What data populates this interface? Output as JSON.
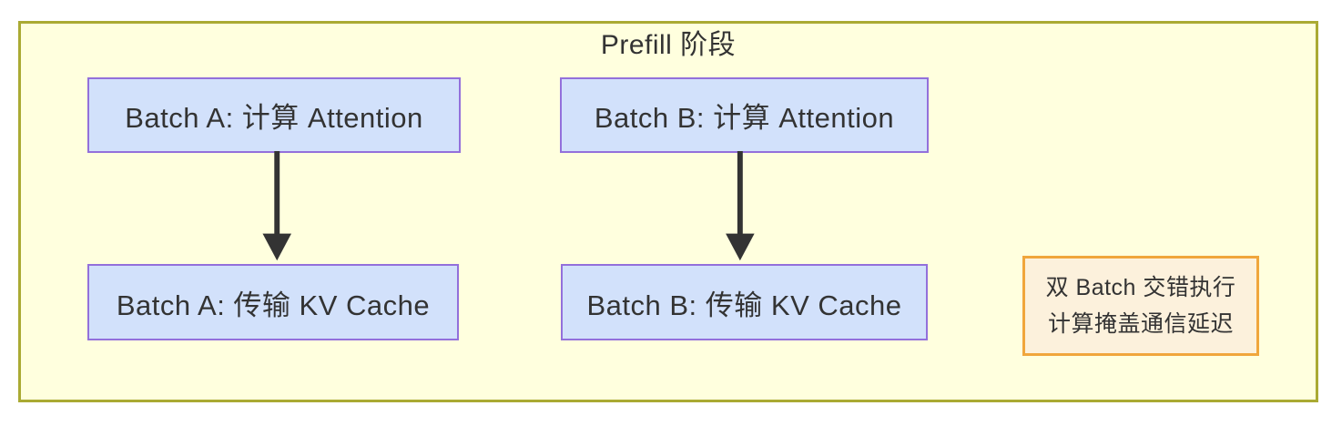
{
  "colors": {
    "cluster_fill": "#ffffde",
    "cluster_border": "#aaaa33",
    "node_fill": "#d2e1fb",
    "node_border": "#9370db",
    "note_fill": "#fcf1dc",
    "note_border": "#f0a63c",
    "arrow": "#333333",
    "text": "#333333"
  },
  "diagram": {
    "title": "Prefill 阶段",
    "nodes": [
      {
        "id": "a1",
        "label": "Batch A: 计算 Attention"
      },
      {
        "id": "b1",
        "label": "Batch B: 计算 Attention"
      },
      {
        "id": "a2",
        "label": "Batch A: 传输 KV Cache"
      },
      {
        "id": "b2",
        "label": "Batch B: 传输 KV Cache"
      }
    ],
    "edges": [
      {
        "from": "a1",
        "to": "a2"
      },
      {
        "from": "b1",
        "to": "b2"
      }
    ],
    "note": {
      "lines": [
        "双 Batch 交错执行",
        "计算掩盖通信延迟"
      ]
    }
  }
}
